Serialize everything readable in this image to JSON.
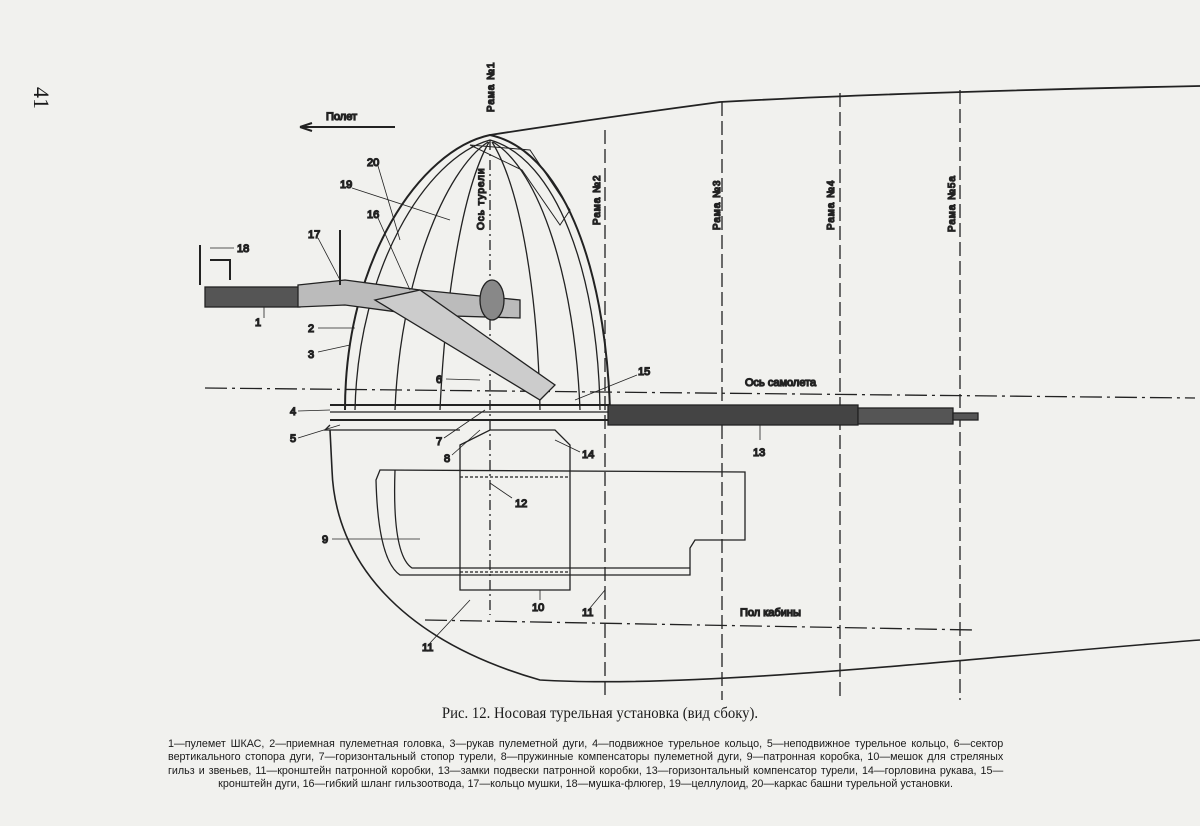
{
  "page_number": "41",
  "diagram": {
    "flight_label": "Полет",
    "turret_axis_label": "Ось турели",
    "aircraft_axis_label": "Ось самолета",
    "cabin_floor_label": "Пол кабины",
    "frames": [
      "Рама №1",
      "Рама №2",
      "Рама №3",
      "Рама №4",
      "Рама №5а"
    ],
    "callouts": [
      "1",
      "2",
      "3",
      "4",
      "5",
      "6",
      "7",
      "8",
      "9",
      "10",
      "11",
      "11",
      "12",
      "13",
      "14",
      "15",
      "16",
      "17",
      "18",
      "19",
      "20"
    ]
  },
  "caption": {
    "title": "Рис. 12. Носовая турельная установка (вид сбоку).",
    "legend": "1—пулемет ШКАС, 2—приемная пулеметная головка, 3—рукав пулеметной дуги, 4—подвижное турельное кольцо, 5—неподвижное турельное кольцо, 6—сектор вертикального стопора дуги, 7—горизонтальный стопор турели, 8—пружинные компенсаторы пулеметной дуги, 9—патронная коробка, 10—мешок для стреляных гильз и звеньев, 11—кронштейн патронной коробки, 13—замки подвески патронной коробки, 13—горизонтальный компенсатор турели, 14—горловина рукава, 15—кронштейн дуги, 16—гибкий шланг гильзоотвода, 17—кольцо мушки, 18—мушка-флюгер, 19—целлулоид, 20—каркас башни турельной установки."
  }
}
